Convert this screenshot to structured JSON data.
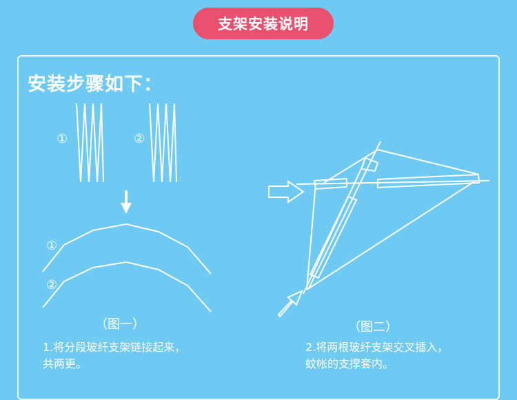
{
  "title": "支架安装说明",
  "heading": "安装步骤如下：",
  "markers": {
    "one": "①",
    "two": "②"
  },
  "figures": {
    "fig1_label": "（图一）",
    "fig1_caption_line1": "1.将分段玻纤支架链接起来，",
    "fig1_caption_line2": "共两更。",
    "fig2_label": "（图二）",
    "fig2_caption_line1": "2.将两根玻纤支架交叉插入，",
    "fig2_caption_line2": "蚊帐的支撑套内。"
  }
}
